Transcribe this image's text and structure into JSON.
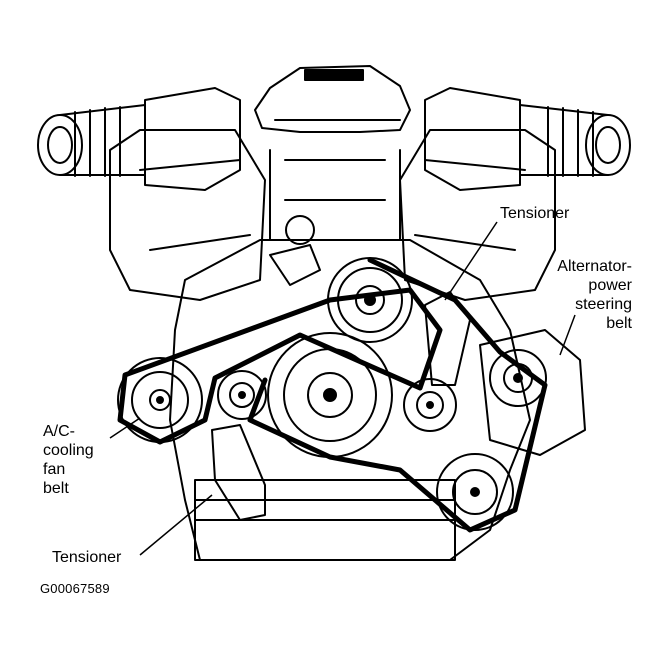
{
  "labels": {
    "tensioner_upper": "Tensioner",
    "alternator_belt": [
      "Alternator-",
      "power",
      "steering",
      "belt"
    ],
    "ac_belt": [
      "A/C-",
      "cooling",
      "fan",
      "belt"
    ],
    "tensioner_lower": "Tensioner",
    "figure_code": "G00067589"
  },
  "colors": {
    "ink": "#000000",
    "paper": "#ffffff"
  }
}
